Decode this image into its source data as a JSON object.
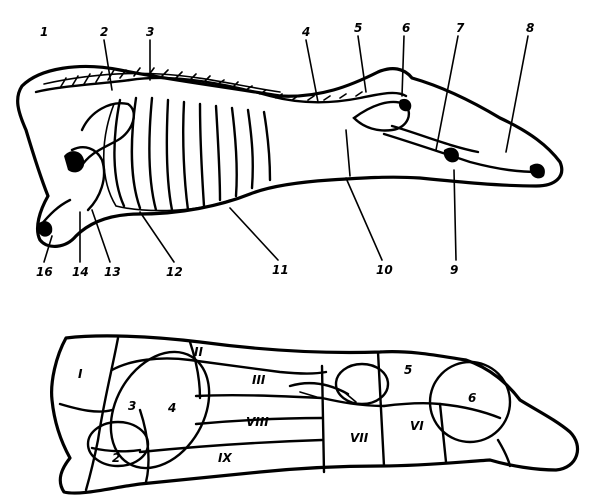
{
  "top_callouts": [
    "1",
    "2",
    "3",
    "4",
    "5",
    "6",
    "7",
    "8"
  ],
  "bottom_callouts": [
    "16",
    "14",
    "13",
    "12",
    "11",
    "10",
    "9"
  ],
  "regions": {
    "neck": "I",
    "top_small": "II",
    "shoulder_a": "3",
    "shoulder_b": "4",
    "brisket": "2",
    "back_upper": "III",
    "back_mid": "VIII",
    "flank": "IX",
    "loin_center": "VII",
    "rump_a": "5",
    "rump_b": "6",
    "hind_lower": "VI"
  }
}
